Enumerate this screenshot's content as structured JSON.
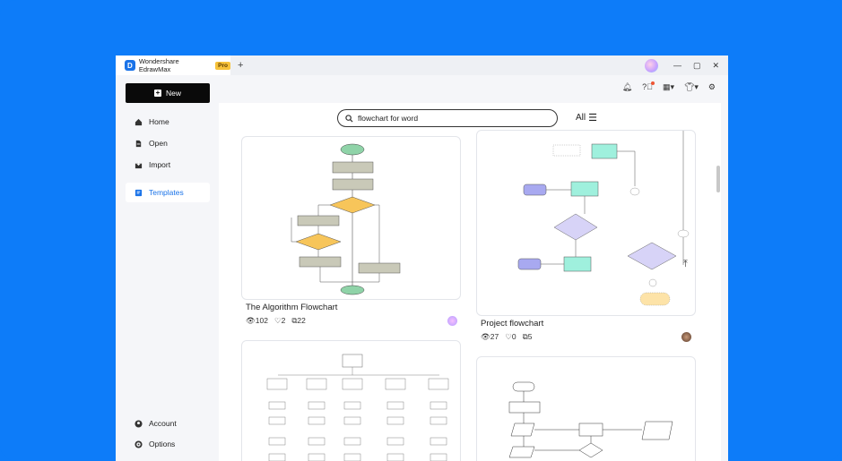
{
  "app": {
    "name": "Wondershare EdrawMax",
    "badge": "Pro",
    "tab_add": "+"
  },
  "window_controls": {
    "minimize": "—",
    "maximize": "▢",
    "close": "✕"
  },
  "sidebar": {
    "new_label": "New",
    "items": [
      {
        "label": "Home",
        "icon": "home-icon"
      },
      {
        "label": "Open",
        "icon": "open-file-icon"
      },
      {
        "label": "Import",
        "icon": "import-icon"
      },
      {
        "label": "Templates",
        "icon": "templates-icon",
        "active": true
      },
      {
        "label": "Account",
        "icon": "account-icon"
      },
      {
        "label": "Options",
        "icon": "gear-icon"
      }
    ]
  },
  "search": {
    "value": "flowchart for word"
  },
  "filter": {
    "label": "All"
  },
  "cards": [
    {
      "title": "The Algorithm Flowchart",
      "views": "102",
      "likes": "2",
      "copies": "22"
    },
    {
      "title": "Project flowchart",
      "views": "27",
      "likes": "0",
      "copies": "5"
    }
  ],
  "colors": {
    "accent": "#1a73e8",
    "background": "#0d7cf9"
  }
}
